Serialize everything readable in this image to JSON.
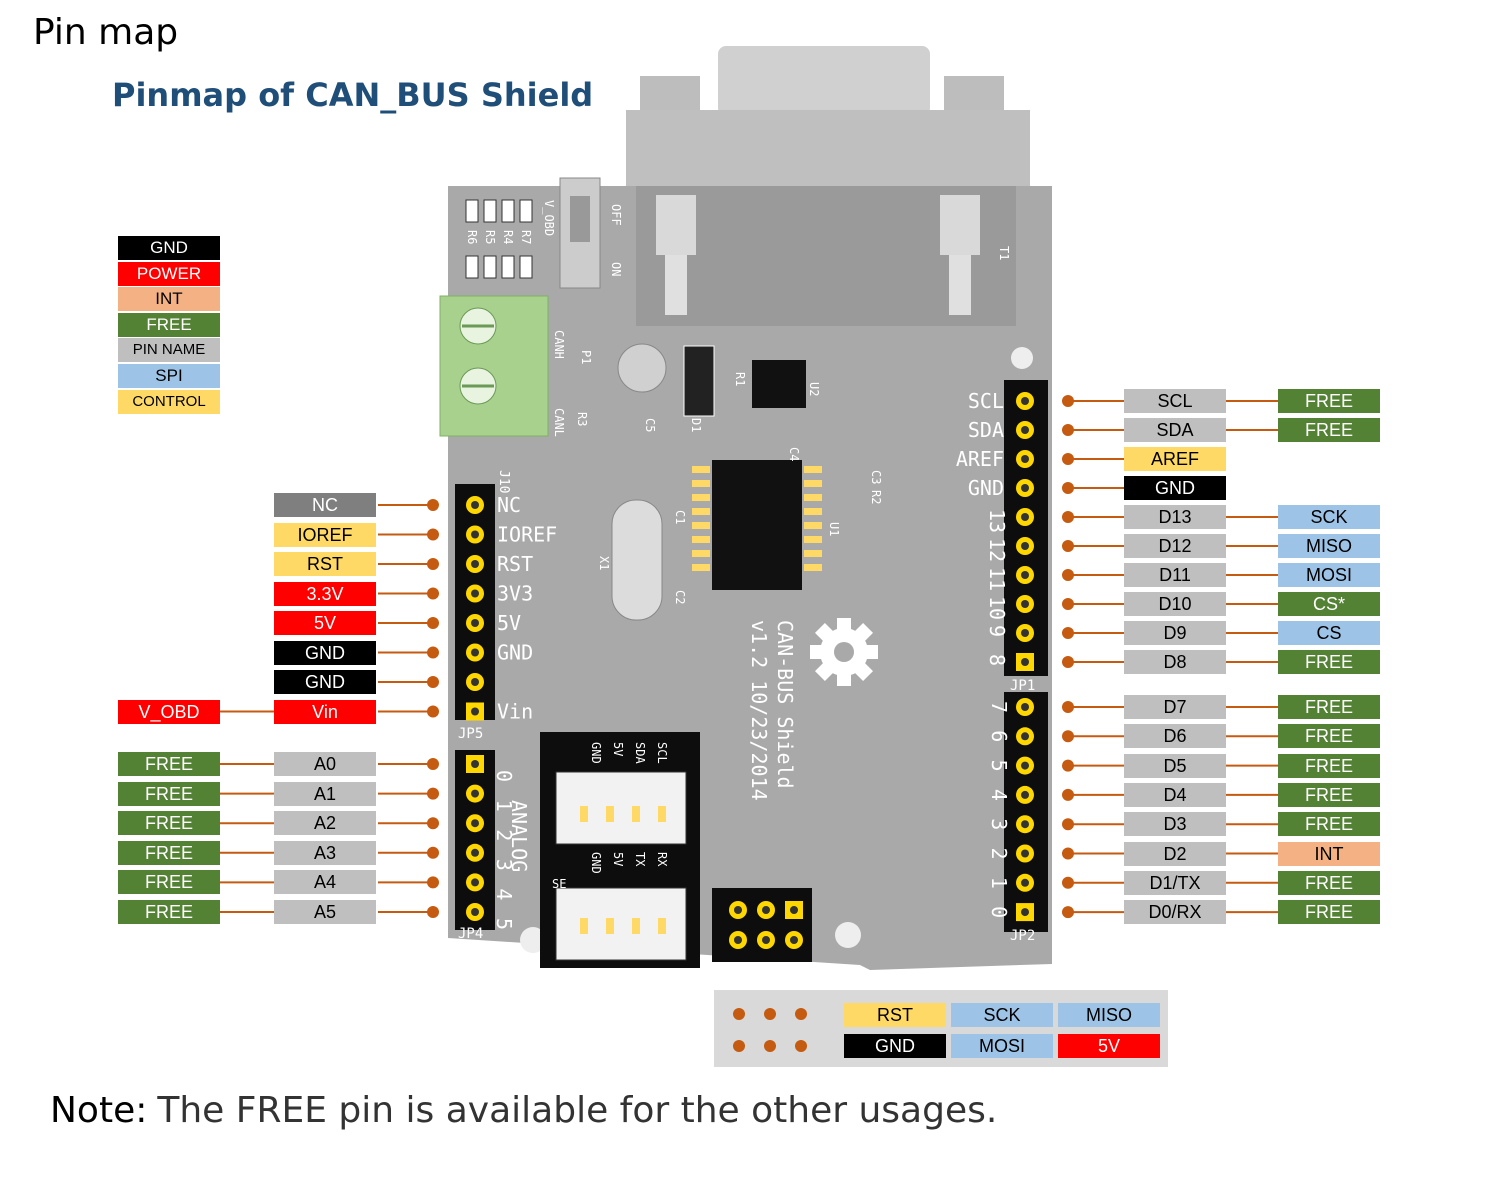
{
  "title": "Pin map",
  "subtitle": "Pinmap of CAN_BUS Shield",
  "note": {
    "prefix": "Note:",
    "body": "The FREE pin is available for the other usages."
  },
  "colors": {
    "gnd": "#000000",
    "power": "#ff0000",
    "int": "#f4b183",
    "free": "#548235",
    "pin_name": "#bfbfbf",
    "spi": "#9dc3e6",
    "control": "#ffd966",
    "nc": "#7f7f7f",
    "wire": "#c55a11",
    "board": "#a6a6a6",
    "header": "#0d0d0d",
    "pad": "#ffd700"
  },
  "legend": [
    {
      "label": "GND",
      "type": "gnd"
    },
    {
      "label": "POWER",
      "type": "power"
    },
    {
      "label": "INT",
      "type": "int"
    },
    {
      "label": "FREE",
      "type": "free"
    },
    {
      "label": "PIN NAME",
      "type": "pin_name"
    },
    {
      "label": "SPI",
      "type": "spi"
    },
    {
      "label": "CONTROL",
      "type": "control"
    }
  ],
  "power_pins": [
    {
      "name": "NC",
      "type": "nc",
      "silk": "NC"
    },
    {
      "name": "IOREF",
      "type": "control",
      "silk": "IOREF"
    },
    {
      "name": "RST",
      "type": "control",
      "silk": "RST"
    },
    {
      "name": "3.3V",
      "type": "power",
      "silk": "3V3"
    },
    {
      "name": "5V",
      "type": "power",
      "silk": "5V"
    },
    {
      "name": "GND",
      "type": "gnd",
      "silk": "GND"
    },
    {
      "name": "GND",
      "type": "gnd",
      "silk": ""
    },
    {
      "name": "Vin",
      "type": "power",
      "silk": "Vin",
      "extra": {
        "label": "V_OBD",
        "type": "power"
      }
    }
  ],
  "analog_pins": [
    {
      "name": "A0",
      "function": "FREE"
    },
    {
      "name": "A1",
      "function": "FREE"
    },
    {
      "name": "A2",
      "function": "FREE"
    },
    {
      "name": "A3",
      "function": "FREE"
    },
    {
      "name": "A4",
      "function": "FREE"
    },
    {
      "name": "A5",
      "function": "FREE"
    }
  ],
  "jp1_pins": [
    {
      "name": "SCL",
      "type": "pin_name",
      "function": "FREE",
      "function_type": "free",
      "silk": "SCL"
    },
    {
      "name": "SDA",
      "type": "pin_name",
      "function": "FREE",
      "function_type": "free",
      "silk": "SDA"
    },
    {
      "name": "AREF",
      "type": "control",
      "function": "",
      "function_type": "",
      "silk": "AREF"
    },
    {
      "name": "GND",
      "type": "gnd",
      "function": "",
      "function_type": "",
      "silk": "GND"
    },
    {
      "name": "D13",
      "type": "pin_name",
      "function": "SCK",
      "function_type": "spi",
      "silk": "13"
    },
    {
      "name": "D12",
      "type": "pin_name",
      "function": "MISO",
      "function_type": "spi",
      "silk": "12"
    },
    {
      "name": "D11",
      "type": "pin_name",
      "function": "MOSI",
      "function_type": "spi",
      "silk": "11"
    },
    {
      "name": "D10",
      "type": "pin_name",
      "function": "CS*",
      "function_type": "free",
      "silk": "10"
    },
    {
      "name": "D9",
      "type": "pin_name",
      "function": "CS",
      "function_type": "spi",
      "silk": "9"
    },
    {
      "name": "D8",
      "type": "pin_name",
      "function": "FREE",
      "function_type": "free",
      "silk": "8"
    }
  ],
  "jp2_pins": [
    {
      "name": "D7",
      "function": "FREE",
      "function_type": "free",
      "silk": "7"
    },
    {
      "name": "D6",
      "function": "FREE",
      "function_type": "free",
      "silk": "6"
    },
    {
      "name": "D5",
      "function": "FREE",
      "function_type": "free",
      "silk": "5"
    },
    {
      "name": "D4",
      "function": "FREE",
      "function_type": "free",
      "silk": "4"
    },
    {
      "name": "D3",
      "function": "FREE",
      "function_type": "free",
      "silk": "3"
    },
    {
      "name": "D2",
      "function": "INT",
      "function_type": "int",
      "silk": "2"
    },
    {
      "name": "D1/TX",
      "function": "FREE",
      "function_type": "free",
      "silk": "1"
    },
    {
      "name": "D0/RX",
      "function": "FREE",
      "function_type": "free",
      "silk": "0"
    }
  ],
  "icsp": [
    {
      "label": "RST",
      "type": "control"
    },
    {
      "label": "SCK",
      "type": "spi"
    },
    {
      "label": "MISO",
      "type": "spi"
    },
    {
      "label": "GND",
      "type": "gnd"
    },
    {
      "label": "MOSI",
      "type": "spi"
    },
    {
      "label": "5V",
      "type": "power"
    }
  ],
  "board": {
    "header_labels": {
      "jp1": "JP1",
      "jp2": "JP2",
      "jp4": "JP4",
      "jp5": "JP5",
      "j10": "J10"
    },
    "analog_silk": "ANALOG",
    "analog_numbers": [
      "0",
      "1",
      "2",
      "3",
      "4",
      "5"
    ],
    "board_text": [
      "CAN-BUS Shield",
      "v1.2  10/23/2014"
    ],
    "switch_labels": [
      "V_OBD",
      "OFF",
      "ON"
    ],
    "terminal_labels": [
      "CANH",
      "CANL"
    ],
    "grove_top_pins": [
      "GND",
      "5V",
      "SDA",
      "SCL"
    ],
    "grove_bottom_pins": [
      "GND",
      "5V",
      "TX",
      "RX"
    ],
    "grove_side": "SE",
    "component_labels": [
      "R6",
      "R5",
      "R4",
      "R7",
      "P1",
      "R3",
      "C5",
      "D1",
      "R1",
      "U2",
      "C4",
      "C3",
      "R2",
      "U1",
      "C1",
      "C2",
      "X1",
      "T1"
    ]
  }
}
